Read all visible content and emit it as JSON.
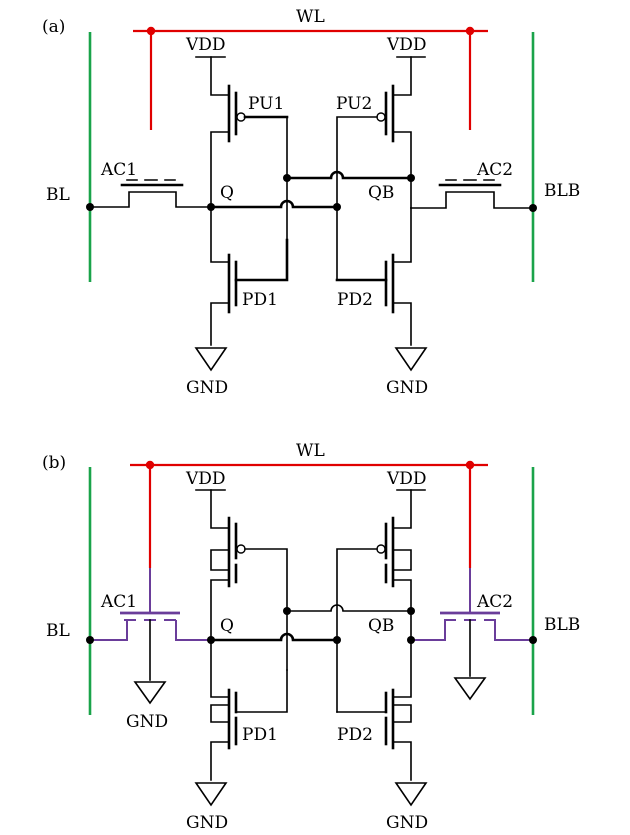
{
  "panels": [
    {
      "tag": "(a)",
      "wl": "WL",
      "bl": "BL",
      "blb": "BLB",
      "vdd_left": "VDD",
      "vdd_right": "VDD",
      "gnd_left": "GND",
      "gnd_right": "GND",
      "pu1": "PU1",
      "pu2": "PU2",
      "pd1": "PD1",
      "pd2": "PD2",
      "ac1": "AC1",
      "ac2": "AC2",
      "q": "Q",
      "qb": "QB",
      "colors": {
        "wordline": "#e00000",
        "bitline": "#1aa34a"
      }
    },
    {
      "tag": "(b)",
      "wl": "WL",
      "bl": "BL",
      "blb": "BLB",
      "vdd_left": "VDD",
      "vdd_right": "VDD",
      "gnd_left": "GND",
      "gnd_right": "GND",
      "gnd_ac1": "GND",
      "pd1": "PD1",
      "pd2": "PD2",
      "ac1": "AC1",
      "ac2": "AC2",
      "q": "Q",
      "qb": "QB",
      "colors": {
        "wordline": "#e00000",
        "bitline": "#1aa34a",
        "access": "#6a3d9a"
      }
    }
  ]
}
